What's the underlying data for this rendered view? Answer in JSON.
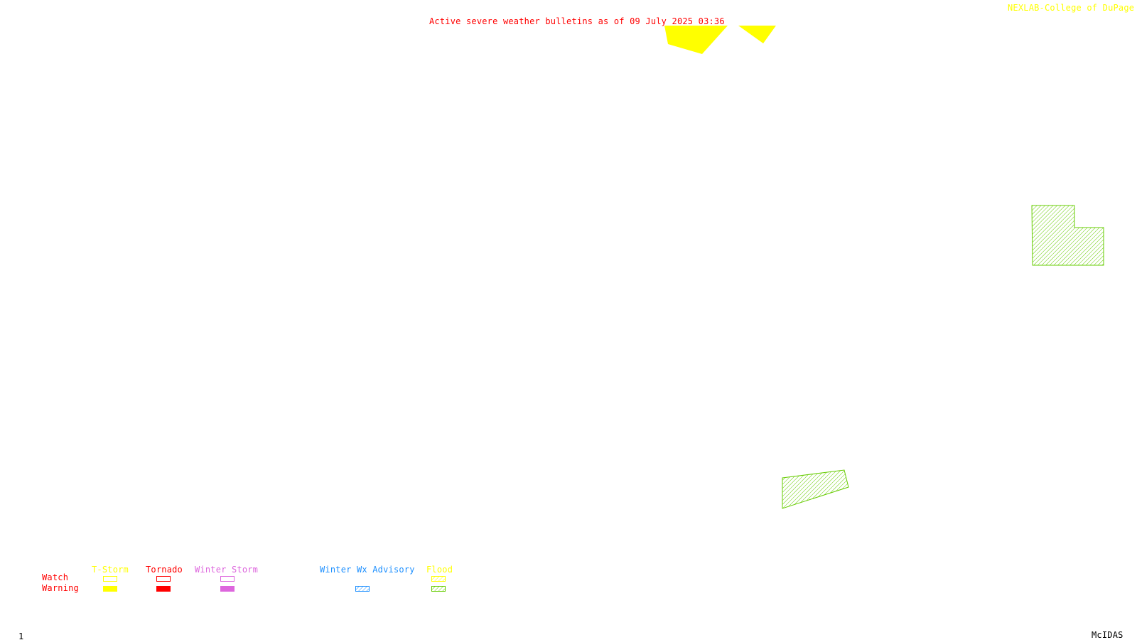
{
  "header": {
    "bulletin_title": "Active severe weather bulletins as of 09 July 2025 03:36",
    "source_credit": "NEXLAB-College of DuPage R",
    "frame_number": "1",
    "software_label": "McIDAS"
  },
  "colors": {
    "bulletin_title": "#ff0000",
    "source_credit": "#ffff00",
    "tstorm": "#ffff00",
    "tornado": "#ff0000",
    "winter_storm": "#dd66dd",
    "winter_wx_advisory": "#1e90ff",
    "flood": "#66cc00",
    "row_label": "#ff0000",
    "footer_text": "#000000"
  },
  "legend": {
    "row_labels": {
      "watch": "Watch",
      "warning": "Warning"
    },
    "categories": [
      {
        "id": "tstorm",
        "label": "T-Storm"
      },
      {
        "id": "tornado",
        "label": "Tornado"
      },
      {
        "id": "winter_storm",
        "label": "Winter Storm"
      },
      {
        "id": "winter_wx_advisory",
        "label": "Winter Wx Advisory"
      },
      {
        "id": "flood",
        "label": "Flood"
      }
    ]
  },
  "alerts": [
    {
      "type": "tstorm-warning",
      "icon": "tstorm-warning-polygon"
    },
    {
      "type": "tstorm-warning",
      "icon": "tstorm-warning-polygon"
    },
    {
      "type": "flood-warning",
      "icon": "flood-warning-polygon"
    },
    {
      "type": "flood-warning",
      "icon": "flood-warning-polygon"
    }
  ]
}
